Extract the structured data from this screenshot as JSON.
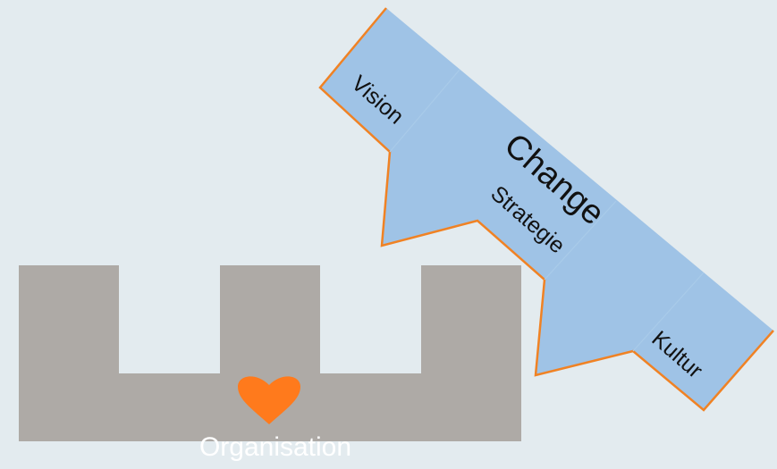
{
  "diagram": {
    "organisation": {
      "label": "Organisation",
      "heart_icon": "heart-icon",
      "color": "#aeaaa6",
      "heart_color": "#ff7a1c"
    },
    "change_key": {
      "title": "Change",
      "labels": {
        "vision": "Vision",
        "strategie": "Strategie",
        "kultur": "Kultur"
      },
      "fill_color": "#9fc3e6",
      "outline_color": "#f08224"
    },
    "background_color": "#e3ebef"
  }
}
